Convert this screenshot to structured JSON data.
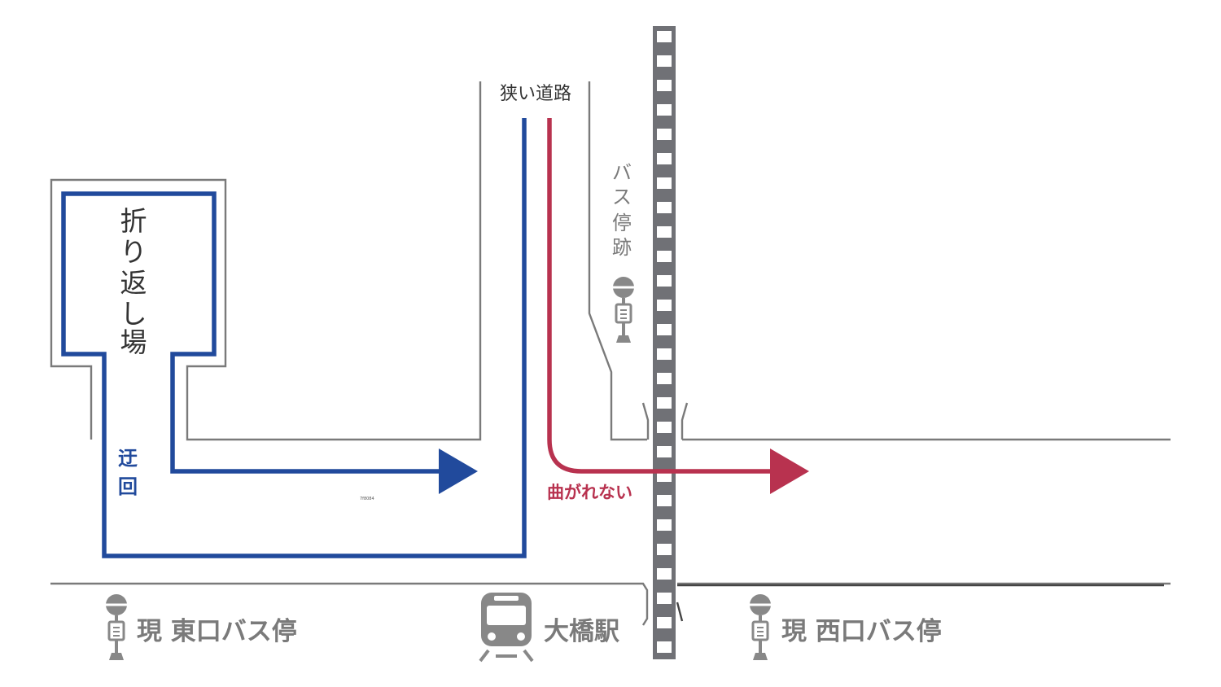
{
  "labels": {
    "narrow_road": "狭い道路",
    "turnaround": [
      "折",
      "り",
      "返",
      "し",
      "場"
    ],
    "former_stop": [
      "バ",
      "ス",
      "停",
      "跡"
    ],
    "detour": [
      "迂",
      "回"
    ],
    "cannot_turn": "曲がれない",
    "east_stop": "現 東口バス停",
    "station": "大橋駅",
    "west_stop": "現 西口バス停",
    "tiny_code": "7f8084"
  },
  "colors": {
    "road": "#7a7a7a",
    "detour_route": "#214a9c",
    "blocked_route": "#b8324f",
    "rail": "#707176",
    "icon": "#888888",
    "text": "#333333"
  },
  "icons": {
    "bus_stop": "bus-stop-icon",
    "train": "train-icon"
  }
}
